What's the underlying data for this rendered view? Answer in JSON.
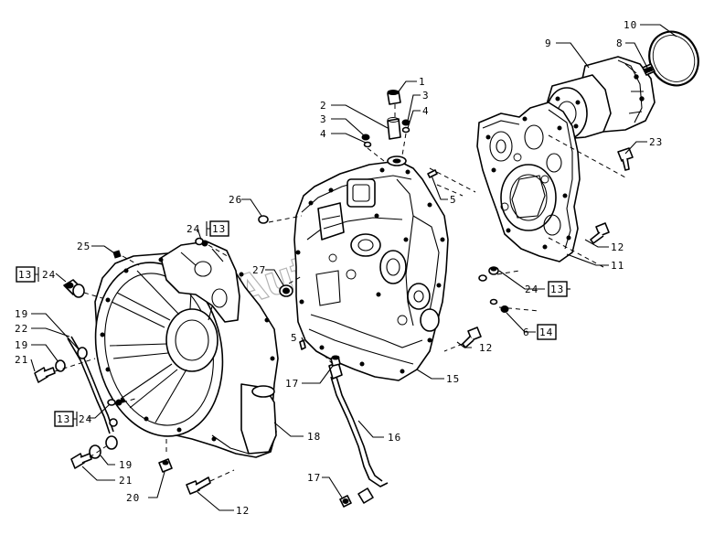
{
  "watermark": "Autosoft",
  "callouts": {
    "c_10": "10",
    "c_8": "8",
    "c_9": "9",
    "c_23": "23",
    "c_12_right": "12",
    "c_11": "11",
    "c_24_right": "24",
    "c_13_right": "13",
    "c_6": "6",
    "c_14": "14",
    "c_12_center": "12",
    "c_15": "15",
    "c_1": "1",
    "c_3_right": "3",
    "c_4_right": "4",
    "c_2": "2",
    "c_3_left": "3",
    "c_4_left": "4",
    "c_5_top": "5",
    "c_26": "26",
    "c_24_top": "24",
    "c_13_top": "13",
    "c_25": "25",
    "c_27": "27",
    "c_13_left": "13",
    "c_24_left": "24",
    "c_19_a": "19",
    "c_22": "22",
    "c_19_b": "19",
    "c_21_a": "21",
    "c_5_bottom": "5",
    "c_17_top": "17",
    "c_16": "16",
    "c_18": "18",
    "c_13_bottom": "13",
    "c_24_bottom": "24",
    "c_19_c": "19",
    "c_21_b": "21",
    "c_20": "20",
    "c_12_bottom": "12",
    "c_17_bottom": "17"
  }
}
